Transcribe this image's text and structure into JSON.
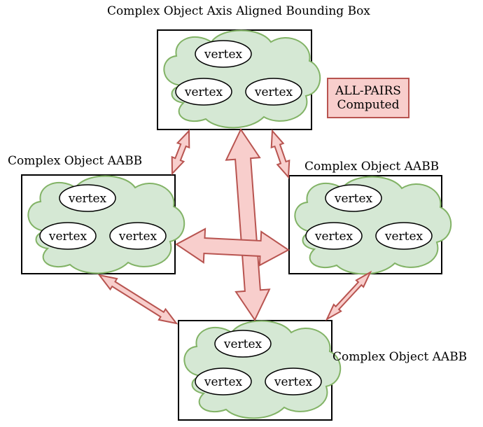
{
  "title": "Complex Object Axis Aligned Bounding Box",
  "box_labels": {
    "left": "Complex Object AABB",
    "right": "Complex Object AABB",
    "bottom": "Complex Object AABB"
  },
  "node_label": "vertex",
  "note": {
    "line1": "ALL-PAIRS",
    "line2": "Computed"
  },
  "colors": {
    "cloud_fill": "#d5e8d4",
    "cloud_stroke": "#82b366",
    "arrow_fill": "#f8cecc",
    "arrow_stroke": "#b85450"
  }
}
